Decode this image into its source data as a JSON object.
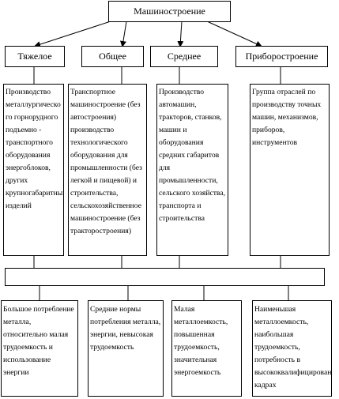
{
  "root": "Машиностроение",
  "categories": [
    {
      "title": "Тяжелое",
      "description": "Производство металлургическо го горнорудного подъемно - транспортного оборудования энергоблоков, других крупногабаритных изделий",
      "trait": "Большое потребление металла, относительно малая трудоемкость и использование энергии"
    },
    {
      "title": "Общее",
      "description": "Транспортное машиностроение (без автостроения) производство технологического оборудования для промышленности (без легкой и пищевой) и строительства, сельскохозяйственное машиностроение (без тракторостроения)",
      "trait": "Средние нормы потребления металла, энергии, невысокая трудоемкость"
    },
    {
      "title": "Среднее",
      "description": "Производство автомашин, тракторов, станков, машин и оборудования средних габаритов для промышленности, сельского хозяйства, транспорта и строительства",
      "trait": "Малая металлоемкость, повышенная трудоемкость, значительная энергоемкость"
    },
    {
      "title": "Приборостроение",
      "description": "Группа отраслей по производству точных машин, механизмов, приборов, инструментов",
      "trait": "Наименьшая металлоемкость, наибольшая трудоемкость, потребность в высококвалифицированных кадрах"
    }
  ]
}
